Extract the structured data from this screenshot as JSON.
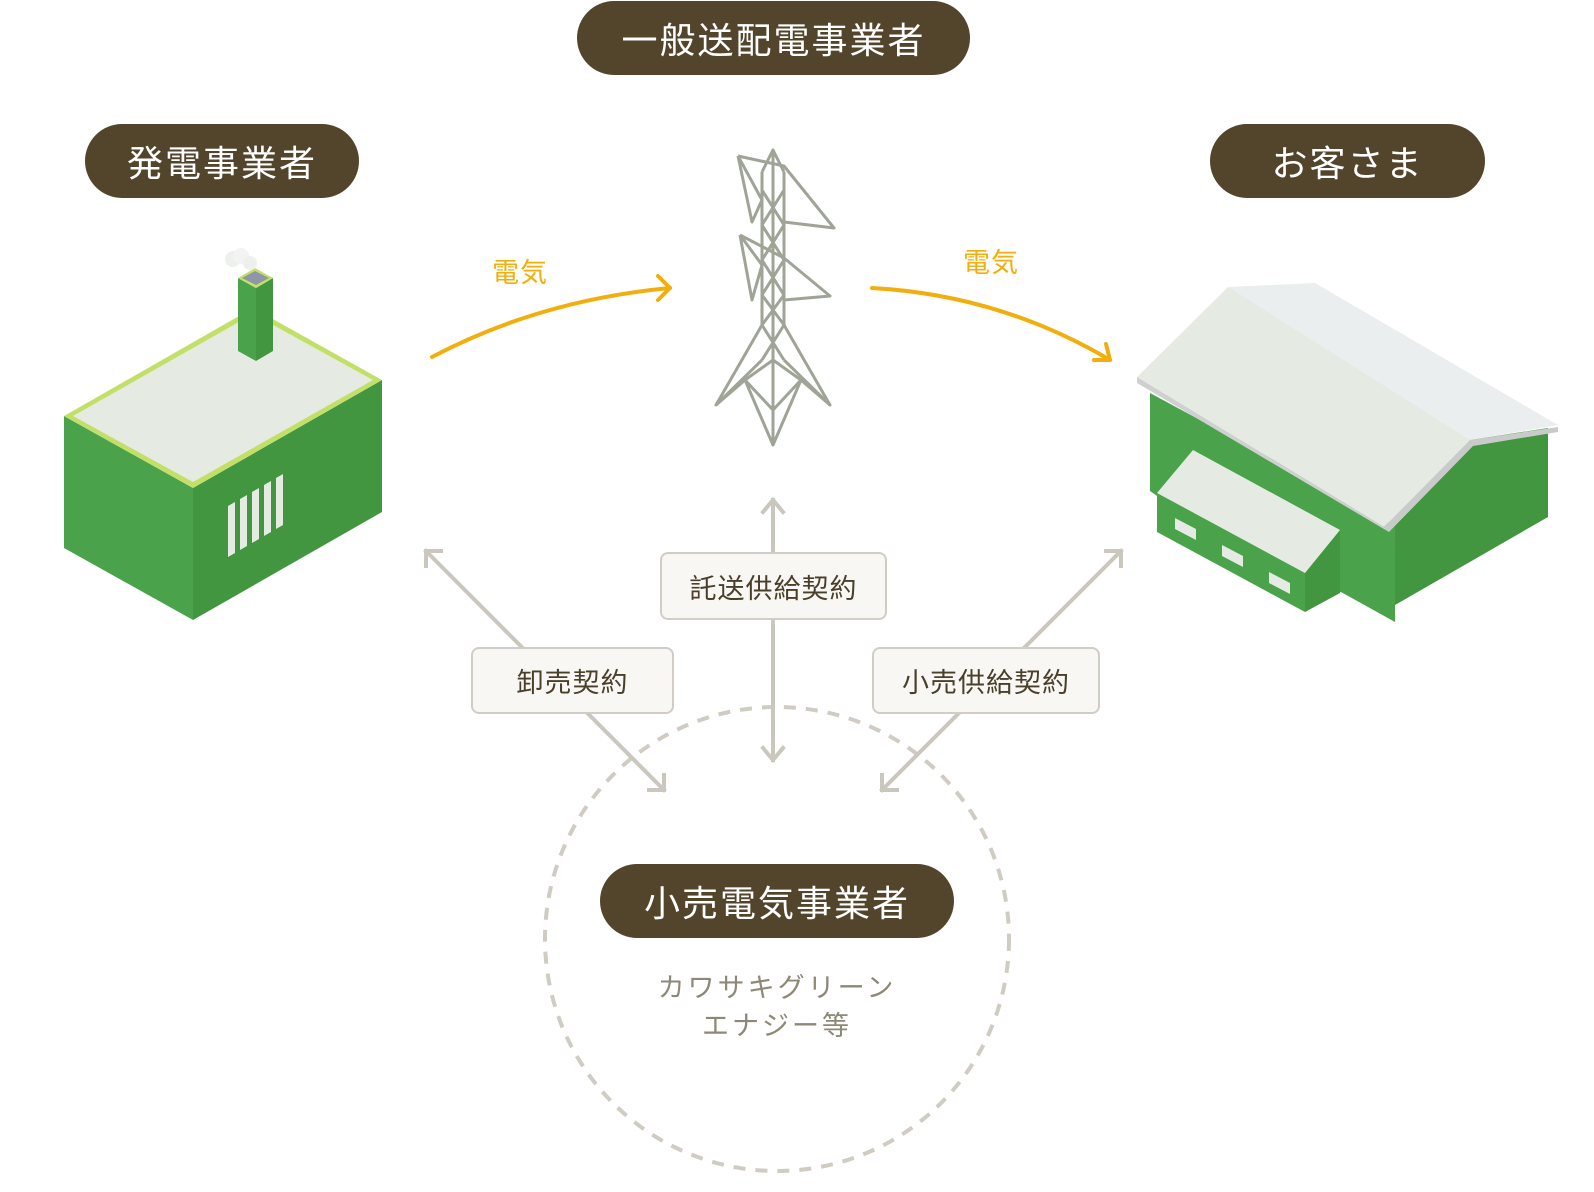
{
  "actors": {
    "transmission": "一般送配電事業者",
    "generator": "発電事業者",
    "customer": "お客さま",
    "retailer": "小売電気事業者"
  },
  "retailer_examples": [
    "カワサキグリーン",
    "エナジー等"
  ],
  "flows": {
    "generator_to_grid": "電気",
    "grid_to_customer": "電気"
  },
  "contracts": {
    "wholesale": "卸売契約",
    "wheeling": "託送供給契約",
    "retail_supply": "小売供給契約"
  },
  "colors": {
    "pill_bg": "#52452b",
    "flow_arrow": "#f2ae0d",
    "contract_arrow": "#ccc7be",
    "building_green": "#4aa34a",
    "building_green_dark": "#41963f",
    "tower_gray": "#9fa497"
  }
}
